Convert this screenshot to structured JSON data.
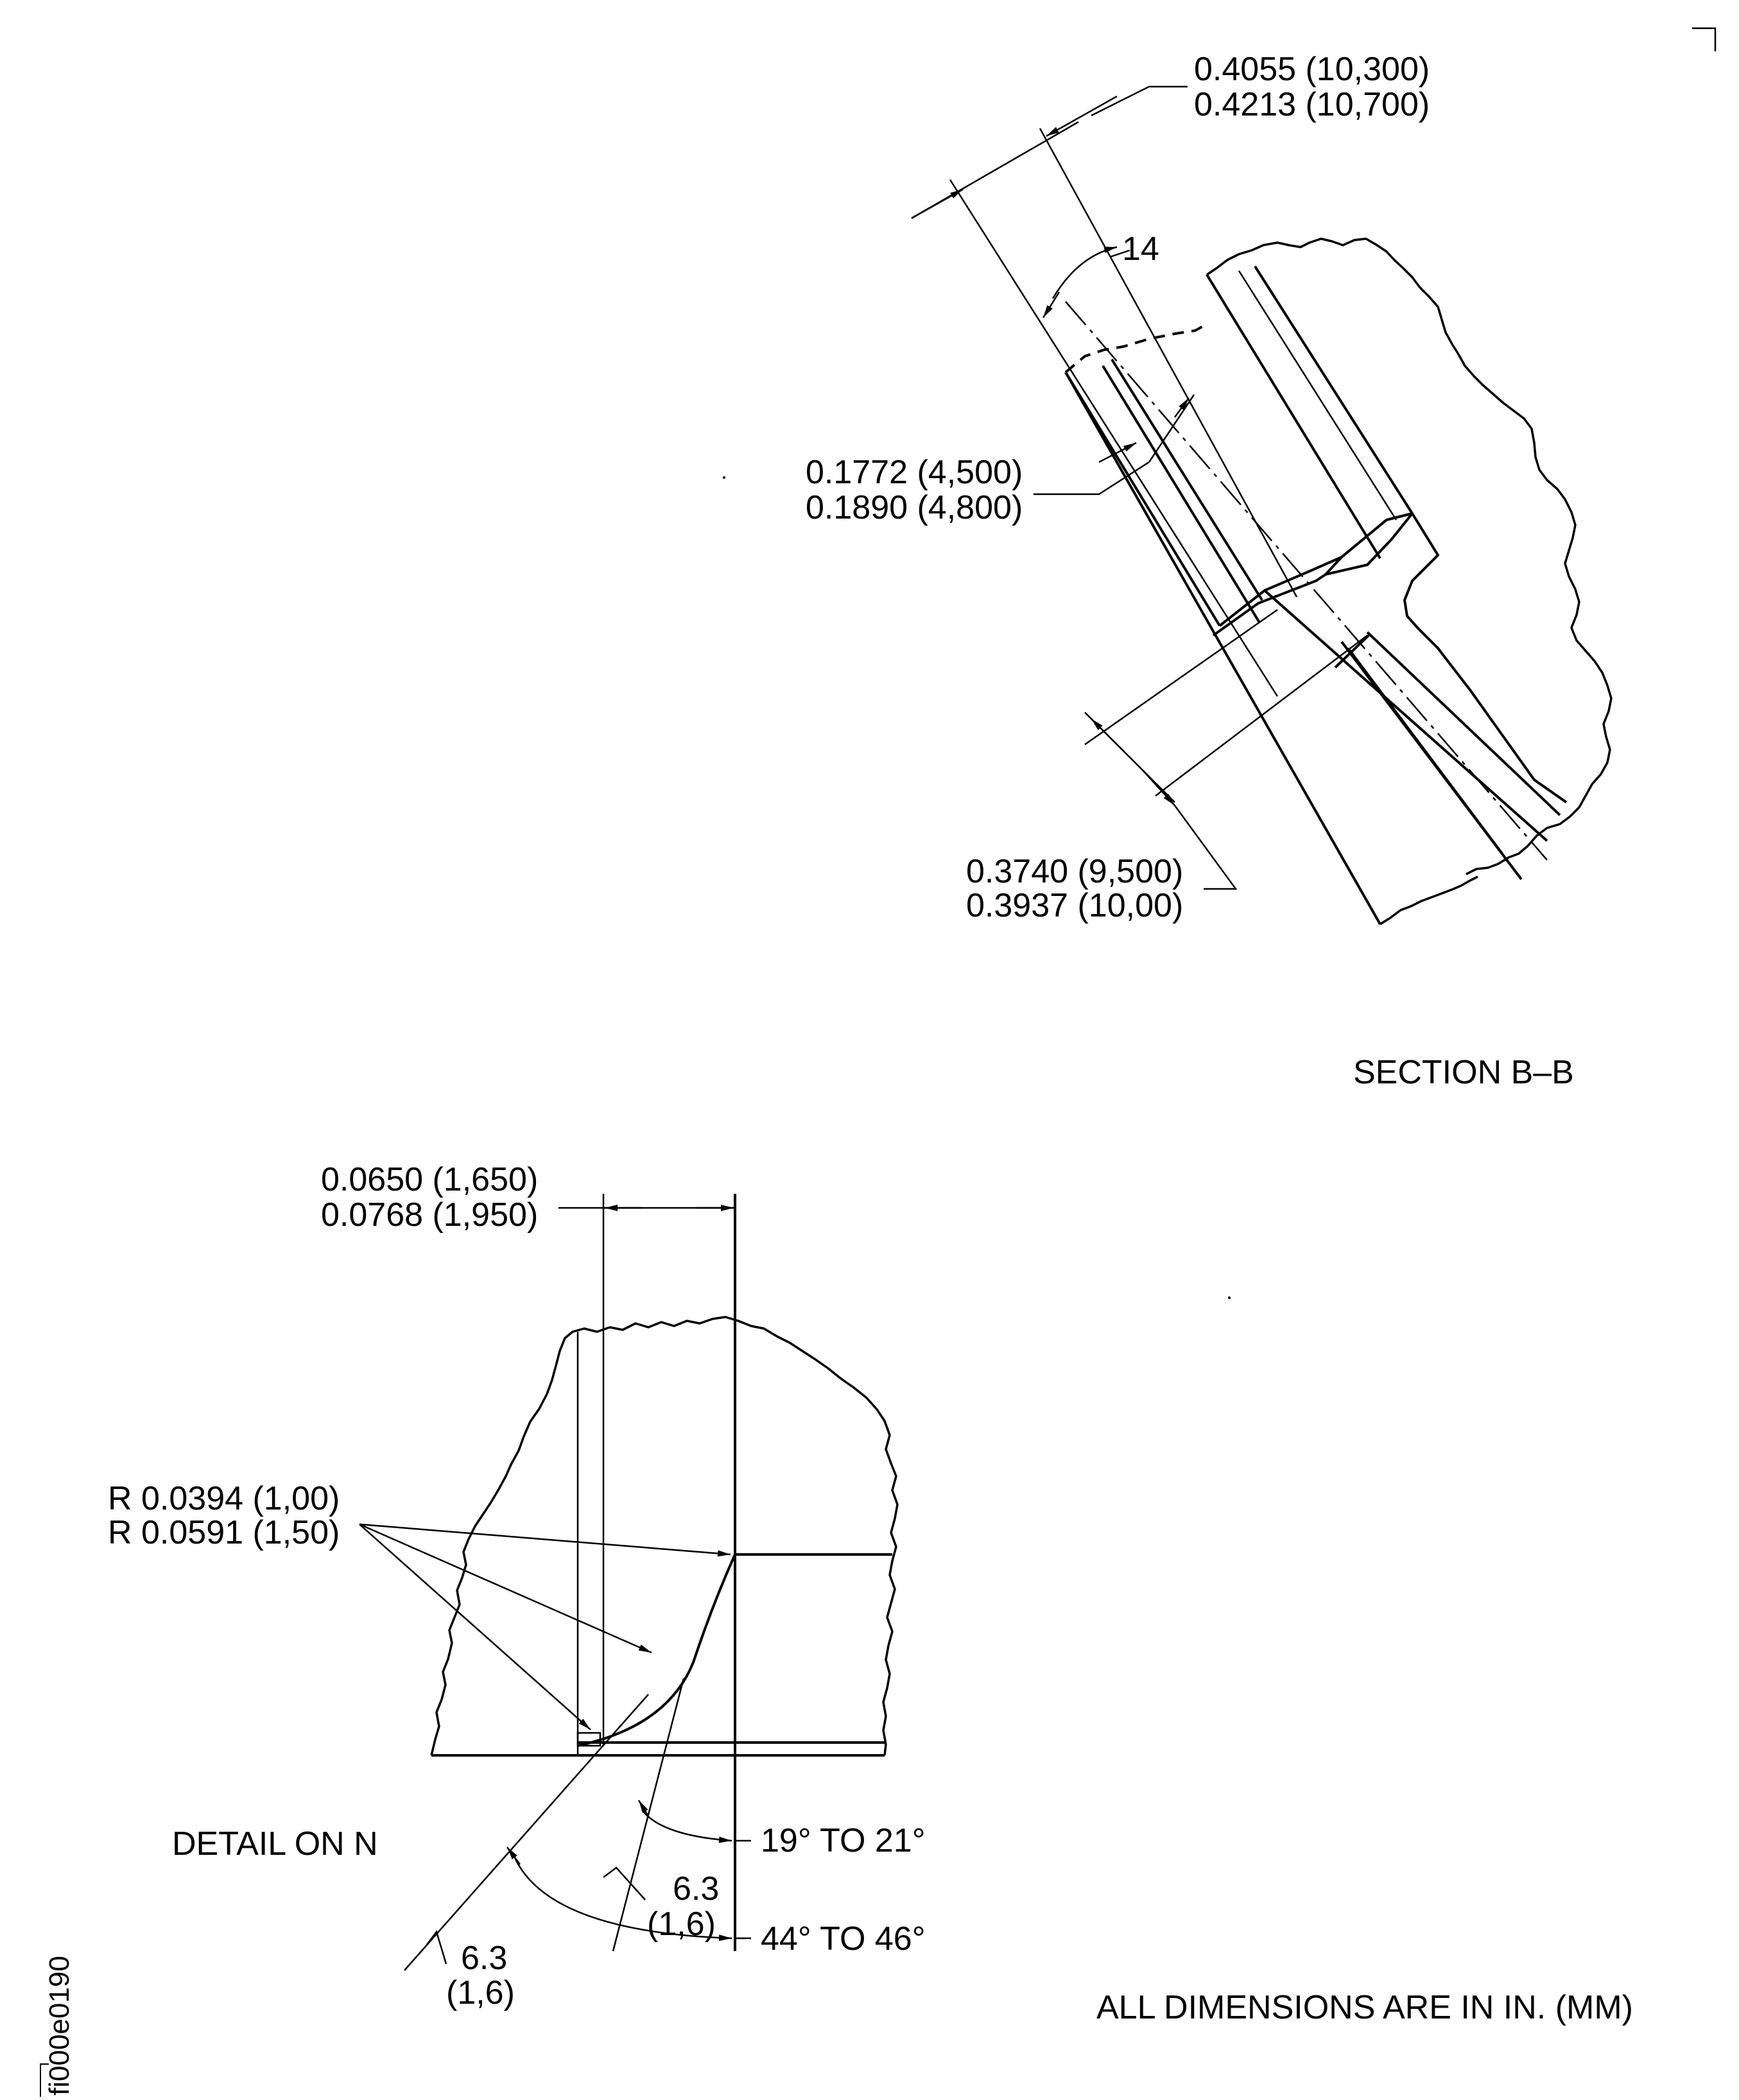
{
  "section_bb": {
    "title": "SECTION B–B",
    "dim_top_line1": "0.4055 (10,300)",
    "dim_top_line2": "0.4213 (10,700)",
    "angle_label": "14",
    "dim_mid_line1": "0.1772 (4,500)",
    "dim_mid_line2": "0.1890 (4,800)",
    "dim_bottom_line1": "0.3740 (9,500)",
    "dim_bottom_line2": "0.3937 (10,00)"
  },
  "detail_n": {
    "title": "DETAIL ON N",
    "dim_top_line1": "0.0650 (1,650)",
    "dim_top_line2": "0.0768 (1,950)",
    "radius_line1": "R 0.0394 (1,00)",
    "radius_line2": "R 0.0591 (1,50)",
    "angle_small": "19° TO 21°",
    "angle_large": "44° TO 46°",
    "finish_inner_value": "6.3",
    "finish_inner_mm": "(1,6)",
    "finish_outer_value": "6.3",
    "finish_outer_mm": "(1,6)"
  },
  "notes": {
    "units": "ALL DIMENSIONS ARE IN IN. (MM)"
  },
  "figure_id": "fi000e0190"
}
